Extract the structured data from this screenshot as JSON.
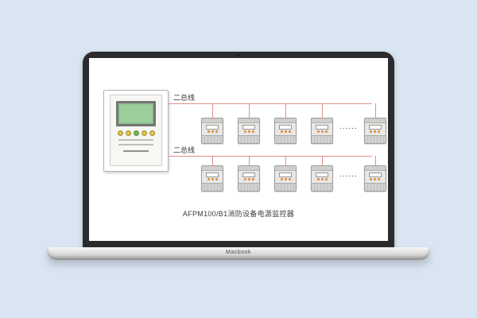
{
  "laptop": {
    "label": "Macbook"
  },
  "diagram": {
    "caption": "AFPM100/B1消防设备电源监控器",
    "bus_color": "#de8f8d",
    "buses": [
      {
        "label": "二总线"
      },
      {
        "label": "二总线"
      }
    ],
    "rows": [
      {
        "module_count": 4,
        "ellipsis": "......",
        "tail_count": 1
      },
      {
        "module_count": 4,
        "ellipsis": "......",
        "tail_count": 1
      }
    ]
  }
}
